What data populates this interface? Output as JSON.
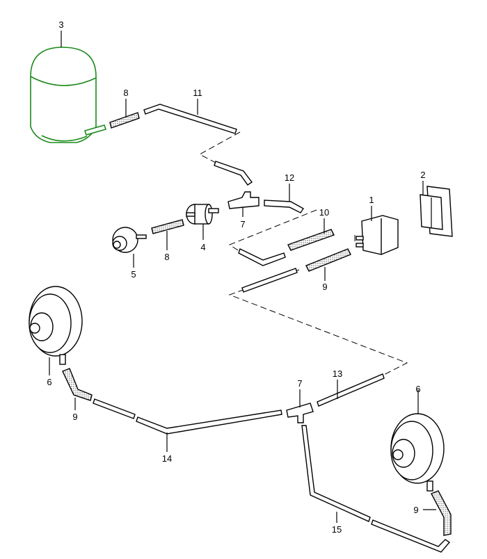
{
  "diagram": {
    "title": "Vacuum system parts diagram",
    "highlight_color": "#1a8a1a",
    "callouts": [
      {
        "id": "c1",
        "text": "1"
      },
      {
        "id": "c2",
        "text": "2"
      },
      {
        "id": "c3",
        "text": "3"
      },
      {
        "id": "c4",
        "text": "4"
      },
      {
        "id": "c5",
        "text": "5"
      },
      {
        "id": "c6a",
        "text": "6"
      },
      {
        "id": "c6b",
        "text": "6"
      },
      {
        "id": "c7a",
        "text": "7"
      },
      {
        "id": "c7b",
        "text": "7"
      },
      {
        "id": "c8a",
        "text": "8"
      },
      {
        "id": "c8b",
        "text": "8"
      },
      {
        "id": "c9a",
        "text": "9"
      },
      {
        "id": "c9b",
        "text": "9"
      },
      {
        "id": "c9c",
        "text": "9"
      },
      {
        "id": "c10",
        "text": "10"
      },
      {
        "id": "c11",
        "text": "11"
      },
      {
        "id": "c12",
        "text": "12"
      },
      {
        "id": "c13",
        "text": "13"
      },
      {
        "id": "c14",
        "text": "14"
      },
      {
        "id": "c15",
        "text": "15"
      }
    ]
  }
}
